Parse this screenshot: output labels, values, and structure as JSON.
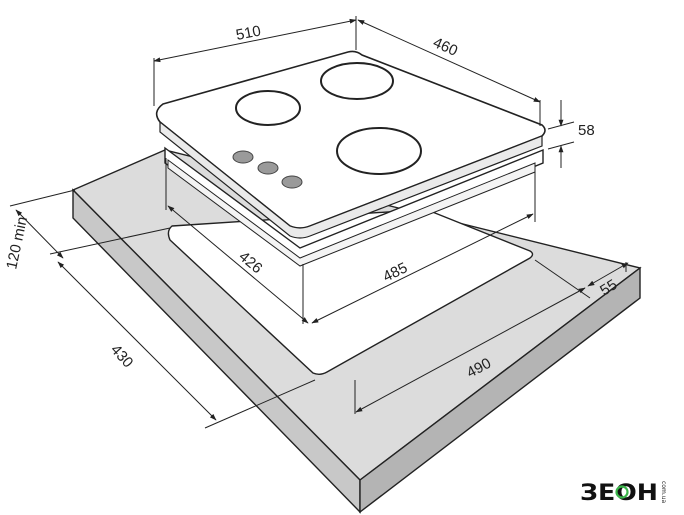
{
  "dimensions": {
    "width_top": "510",
    "depth_top": "460",
    "height_top": "58",
    "clearance": "120 min",
    "cutout_depth_inner": "426",
    "cutout_width_inner": "485",
    "edge_offset": "55",
    "cutout_depth": "430",
    "cutout_width": "490"
  },
  "logo": {
    "brand": "ЗЕОН",
    "tld": "com.ua"
  },
  "colors": {
    "line": "#222222",
    "countertop_top": "#dcdcdc",
    "countertop_front": "#c8c8c8",
    "countertop_side": "#b4b4b4",
    "hob_top": "#ffffff",
    "burner_fill": "#ffffff",
    "knob_fill": "#9a9a9a",
    "logo_green": "#3bb54a"
  }
}
